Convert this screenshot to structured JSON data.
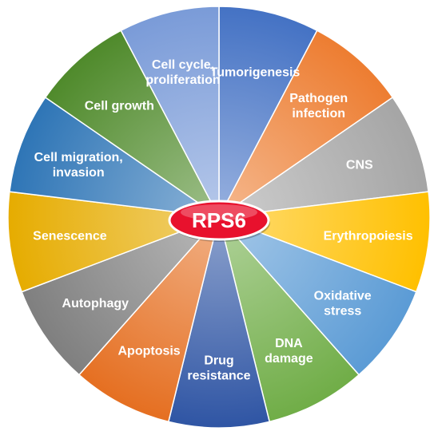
{
  "center": {
    "label": "RPS6",
    "color": "#e8112d"
  },
  "segments": [
    {
      "lines": [
        "Tumorigenesis"
      ],
      "color": "#4472c4"
    },
    {
      "lines": [
        "Pathogen",
        "infection"
      ],
      "color": "#ed7d31"
    },
    {
      "lines": [
        "CNS"
      ],
      "color": "#a5a5a5"
    },
    {
      "lines": [
        "Erythropoiesis"
      ],
      "color": "#ffc000"
    },
    {
      "lines": [
        "Oxidative",
        "stress"
      ],
      "color": "#5b9bd5"
    },
    {
      "lines": [
        "DNA",
        "damage"
      ],
      "color": "#70ad47"
    },
    {
      "lines": [
        "Drug",
        "resistance"
      ],
      "color": "#2f55a4"
    },
    {
      "lines": [
        "Apoptosis"
      ],
      "color": "#e56f21"
    },
    {
      "lines": [
        "Autophagy"
      ],
      "color": "#7f7f7f"
    },
    {
      "lines": [
        "Senescence"
      ],
      "color": "#e6ac00"
    },
    {
      "lines": [
        "Cell migration,",
        "invasion"
      ],
      "color": "#2e75b6"
    },
    {
      "lines": [
        "Cell growth"
      ],
      "color": "#4f8a2b"
    },
    {
      "lines": [
        "Cell cycle,",
        "proliferation"
      ],
      "color": "#7a9bd8"
    }
  ]
}
